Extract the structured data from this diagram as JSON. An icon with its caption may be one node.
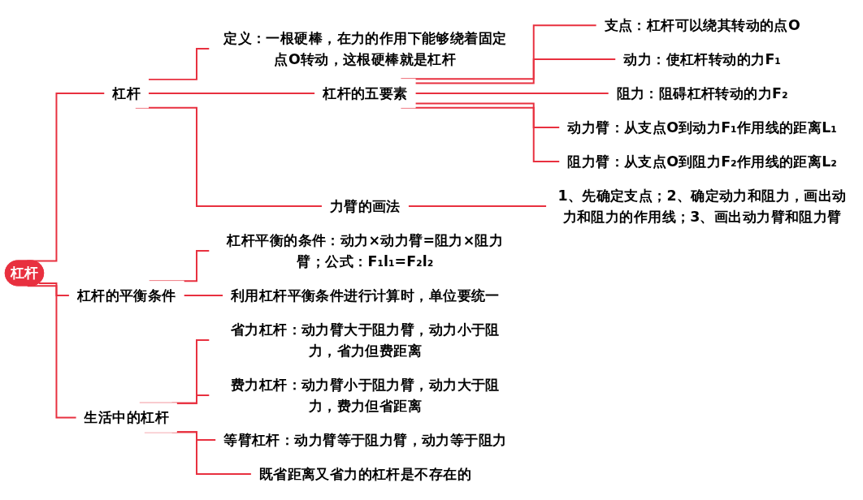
{
  "diagram": {
    "nodes": [
      {
        "text": [
          "杠杆"
        ]
      },
      {
        "text": [
          "杠杆"
        ]
      },
      {
        "text": [
          "定义：一根硬棒，在力的作用下能够绕着固定点O转动，这根硬棒就是杠杆"
        ]
      },
      {
        "text": [
          "杠杆的五要素"
        ]
      },
      {
        "text": [
          "支点：杠杆可以绕其转动的点O"
        ]
      },
      {
        "text": [
          "动力：使杠杆转动的力F₁"
        ]
      },
      {
        "text": [
          "阻力：阻碍杠杆转动的力F₂"
        ]
      },
      {
        "text": [
          "动力臂：从支点O到动力F₁作用线的距离L₁"
        ]
      },
      {
        "text": [
          "阻力臂：从支点O到阻力F₂作用线的距离L₂"
        ]
      },
      {
        "text": [
          "力臂的画法"
        ]
      },
      {
        "text": [
          "1、先确定支点；2、确定动力和阻力，画出动力和阻力的作用线；3、画出动力臂和阻力臂"
        ]
      },
      {
        "text": [
          "杠杆的平衡条件"
        ]
      },
      {
        "text": [
          "杠杆平衡的条件：动力×动力臂=阻力×阻力臂；公式：F₁l₁=F₂l₂"
        ]
      },
      {
        "text": [
          "利用杠杆平衡条件进行计算时，单位要统一"
        ]
      },
      {
        "text": [
          "生活中的杠杆"
        ]
      },
      {
        "text": [
          "省力杠杆：动力臂大于阻力臂，动力小于阻力，省力但费距离"
        ]
      },
      {
        "text": [
          "费力杠杆：动力臂小于阻力臂，动力大于阻力，费力但省距离"
        ]
      },
      {
        "text": [
          "等臂杠杆：动力臂等于阻力臂，动力等于阻力"
        ]
      },
      {
        "text": [
          "既省距离又省力的杠杆是不存在的"
        ]
      }
    ],
    "edges": [
      {
        "from": 0,
        "to": 1,
        "arrow": "none"
      },
      {
        "from": 1,
        "to": 2,
        "arrow": "none"
      },
      {
        "from": 1,
        "to": 3,
        "arrow": "none"
      },
      {
        "from": 3,
        "to": 4,
        "arrow": "none"
      },
      {
        "from": 3,
        "to": 5,
        "arrow": "none"
      },
      {
        "from": 3,
        "to": 6,
        "arrow": "none"
      },
      {
        "from": 3,
        "to": 7,
        "arrow": "none"
      },
      {
        "from": 3,
        "to": 8,
        "arrow": "none"
      },
      {
        "from": 1,
        "to": 9,
        "arrow": "none"
      },
      {
        "from": 9,
        "to": 10,
        "arrow": "none"
      },
      {
        "from": 0,
        "to": 11,
        "arrow": "none"
      },
      {
        "from": 11,
        "to": 12,
        "arrow": "none"
      },
      {
        "from": 11,
        "to": 13,
        "arrow": "none"
      },
      {
        "from": 0,
        "to": 14,
        "arrow": "none"
      },
      {
        "from": 14,
        "to": 15,
        "arrow": "none"
      },
      {
        "from": 14,
        "to": 16,
        "arrow": "none"
      },
      {
        "from": 14,
        "to": 17,
        "arrow": "none"
      },
      {
        "from": 14,
        "to": 18,
        "arrow": "none"
      }
    ]
  }
}
